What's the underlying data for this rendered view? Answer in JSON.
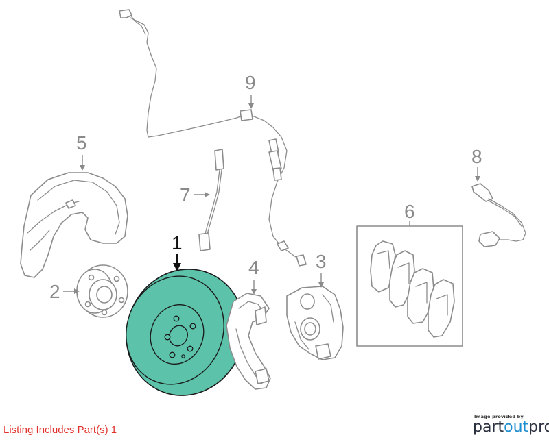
{
  "diagram": {
    "highlight_color": "#5cc2aa",
    "callouts": [
      {
        "id": "1",
        "label": "1",
        "part": "brake-rotor",
        "highlighted": true
      },
      {
        "id": "2",
        "label": "2",
        "part": "wheel-hub"
      },
      {
        "id": "3",
        "label": "3",
        "part": "brake-caliper"
      },
      {
        "id": "4",
        "label": "4",
        "part": "caliper-bracket"
      },
      {
        "id": "5",
        "label": "5",
        "part": "splash-shield"
      },
      {
        "id": "6",
        "label": "6",
        "part": "brake-pad-set"
      },
      {
        "id": "7",
        "label": "7",
        "part": "pad-wear-sensor"
      },
      {
        "id": "8",
        "label": "8",
        "part": "rear-pad-wear-sensor"
      },
      {
        "id": "9",
        "label": "9",
        "part": "abs-speed-sensor"
      }
    ]
  },
  "footer": {
    "listing_note": "Listing Includes Part(s) 1",
    "brand_caption": "Image provided by",
    "brand_part1": "part",
    "brand_part2": "out",
    "brand_part3": "pro"
  }
}
